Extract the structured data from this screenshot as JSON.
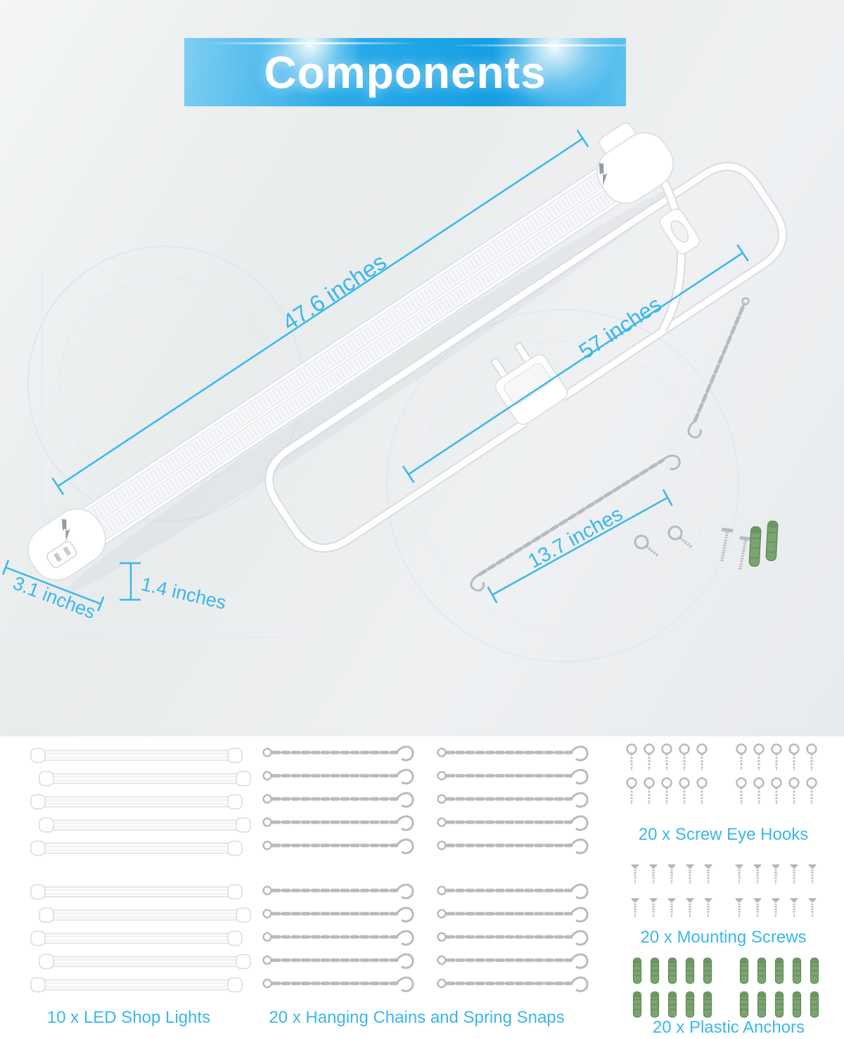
{
  "banner": {
    "title": "Components"
  },
  "dimensions": {
    "fixture_length": "47.6 inches",
    "cord_length": "57 inches",
    "chain_length": "13.7 inches",
    "fixture_width": "3.1 inches",
    "fixture_height": "1.4 inches"
  },
  "parts_list": {
    "shop_lights": {
      "label": "10 x LED Shop Lights",
      "count": 10
    },
    "chains": {
      "label": "20 x Hanging Chains and Spring Snaps",
      "count": 20
    },
    "eye_hooks": {
      "label": "20 x Screw Eye Hooks",
      "count": 20
    },
    "screws": {
      "label": "20 x Mounting Screws",
      "count": 20
    },
    "anchors": {
      "label": "20 x Plastic Anchors",
      "count": 20
    }
  },
  "colors": {
    "accent": "#3ab7ec",
    "banner_a": "#7ecdf3",
    "banner_mid": "#2aabe8",
    "banner_b": "#149fe3",
    "banner_c": "#5fc2f0",
    "anchor_green": "#7ca471",
    "anchor_green_dark": "#5f8a57"
  }
}
